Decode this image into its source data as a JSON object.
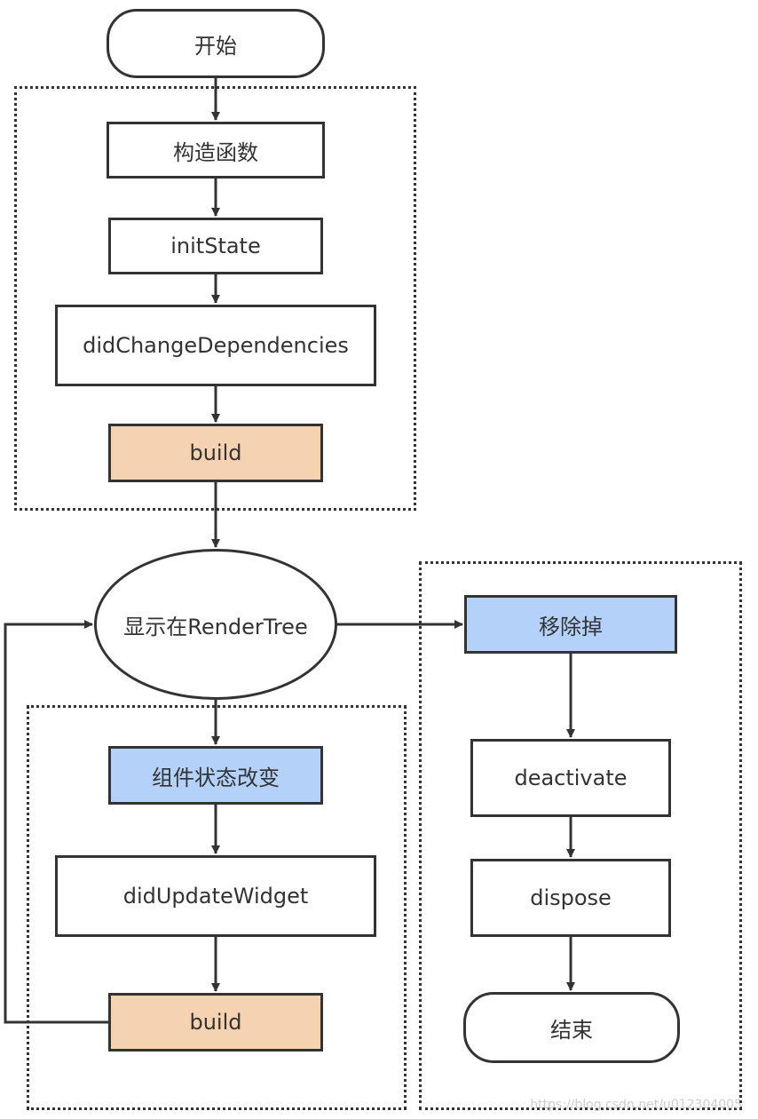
{
  "diagram": {
    "nodes": {
      "start": "开始",
      "constructor": "构造函数",
      "init_state": "initState",
      "did_change_dependencies": "didChangeDependencies",
      "build_initial": "build",
      "render_tree": "显示在RenderTree",
      "state_changed": "组件状态改变",
      "did_update_widget": "didUpdateWidget",
      "build_update": "build",
      "removed": "移除掉",
      "deactivate": "deactivate",
      "dispose": "dispose",
      "end": "结束"
    },
    "colors": {
      "build": "#f5d3b0",
      "event": "#b3d1f9",
      "stroke": "#333333"
    },
    "watermark": "https://blog.csdn.net/u012304005"
  }
}
